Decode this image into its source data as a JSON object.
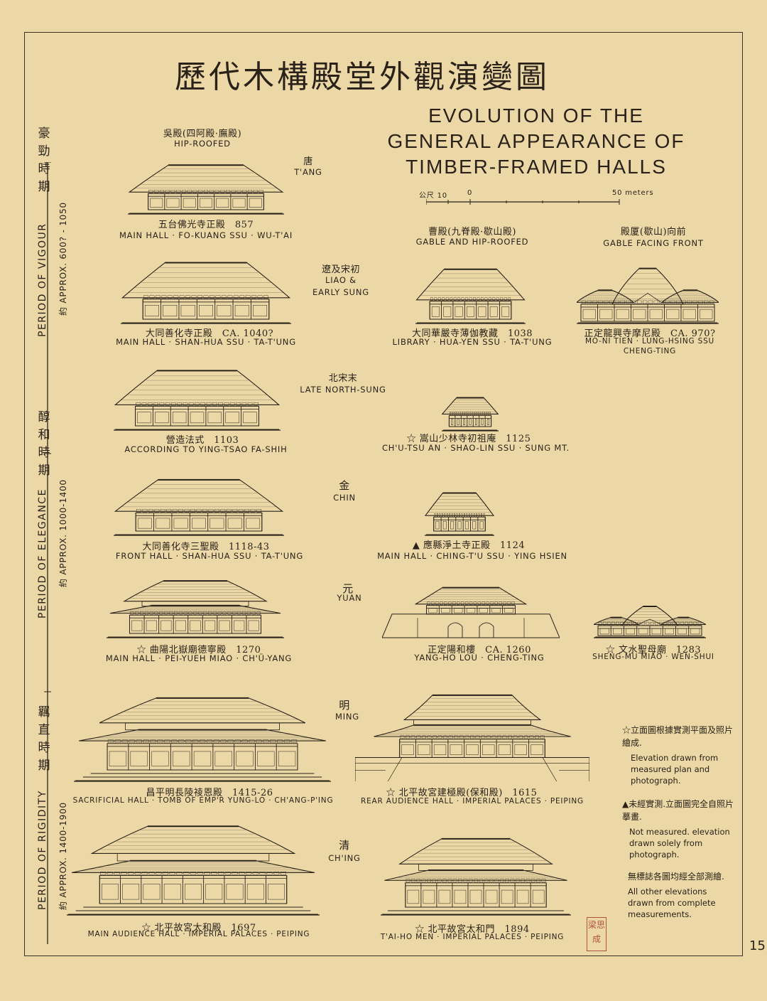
{
  "title": {
    "zh": "歷代木構殿堂外觀演變圖",
    "en_lines": [
      "EVOLUTION OF THE",
      "GENERAL APPEARANCE OF",
      "TIMBER-FRAMED HALLS"
    ]
  },
  "scale": {
    "left": "公尺 10",
    "zero": "0",
    "right": "50 meters"
  },
  "periods": [
    {
      "zh": "豪勁時期",
      "en": "PERIOD OF VIGOUR",
      "approx": "約 APPROX. 600? - 1050"
    },
    {
      "zh": "醇和時期",
      "en": "PERIOD OF ELEGANCE",
      "approx": "約 APPROX. 1000-1400"
    },
    {
      "zh": "羈直時期",
      "en": "PERIOD OF RIGIDITY",
      "approx": "約 APPROX. 1400-1900"
    }
  ],
  "roof_types": [
    {
      "zh": "吳殿(四阿殿·廡殿)",
      "en": "HIP-ROOFED"
    },
    {
      "zh": "曹殿(九脊殿·歇山殿)",
      "en": "GABLE AND HIP-ROOFED"
    },
    {
      "zh": "殿厦(歇山)向前",
      "en": "GABLE FACING FRONT"
    }
  ],
  "dynasties": [
    {
      "zh": "唐",
      "en": "T'ANG"
    },
    {
      "zh": "遼及宋初",
      "en1": "LIAO &",
      "en2": "EARLY SUNG"
    },
    {
      "zh": "北宋末",
      "en": "LATE NORTH-SUNG"
    },
    {
      "zh": "金",
      "en": "CHIN"
    },
    {
      "zh": "元",
      "en": "YUAN"
    },
    {
      "zh": "明",
      "en": "MING"
    },
    {
      "zh": "清",
      "en": "CH'ING"
    }
  ],
  "captions": {
    "tang_main": {
      "zh": "五台佛光寺正殿　857",
      "en": "MAIN HALL · FO-KUANG SSU · WU-T'AI"
    },
    "liao_main": {
      "zh": "大同善化寺正殿　CA. 1040?",
      "en": "MAIN HALL · SHAN-HUA SSU · TA-T'UNG"
    },
    "liao_library": {
      "zh": "大同華嚴寺薄伽教藏　1038",
      "en": "LIBRARY · HUA-YEN SSU · TA-T'UNG"
    },
    "liao_moni": {
      "zh": "正定龍興寺摩尼殿　CA. 970?",
      "en": "MO-NI TIEN · LUNG-HSING SSU",
      "en2": "CHENG-TING"
    },
    "sung_ying": {
      "zh": "營造法式　1103",
      "en": "ACCORDING TO YING-TSAO FA-SHIH"
    },
    "sung_chutsu": {
      "zh": "☆ 嵩山少林寺初祖庵　1125",
      "en": "CH'U-TSU AN · SHAO-LIN SSU · SUNG MT."
    },
    "chin_front": {
      "zh": "大同善化寺三聖殿　1118-43",
      "en": "FRONT HALL · SHAN-HUA SSU · TA-T'UNG"
    },
    "chin_main": {
      "zh": "▲ 應縣淨土寺正殿　1124",
      "en": "MAIN HALL · CHING-T'U SSU · YING HSIEN"
    },
    "yuan_main": {
      "zh": "☆ 曲陽北嶽廟德寧殿　1270",
      "en": "MAIN HALL · PEI-YUEH MIAO · CH'Ü-YANG"
    },
    "yuan_gate": {
      "zh": "正定陽和樓　CA. 1260",
      "en": "YANG-HO LOU · CHENG-TING"
    },
    "yuan_shengmu": {
      "zh": "☆ 文水聖母廟　1283",
      "en": "SHENG-MU MIAO · WEN-SHUI"
    },
    "ming_sacrificial": {
      "zh": "昌平明長陵祾恩殿　1415-26",
      "en": "SACRIFICIAL HALL · TOMB OF EMP'R YUNG-LO · CH'ANG-P'ING"
    },
    "ming_rear": {
      "zh": "☆ 北平故宮建極殿(保和殿)　1615",
      "en": "REAR AUDIENCE HALL · IMPERIAL PALACES · PEIPING"
    },
    "ching_main": {
      "zh": "☆ 北平故宮太和殿　1697",
      "en": "MAIN AUDIENCE HALL · IMPERIAL PALACES · PEIPING"
    },
    "ching_gate": {
      "zh": "☆ 北平故宮太和門　1894",
      "en": "T'AI-HO MEN · IMPERIAL PALACES · PEIPING"
    }
  },
  "notes": [
    {
      "zh": "☆立面圖根據實測平面及照片繪成.",
      "en": "Elevation drawn from measured plan and photograph."
    },
    {
      "zh": "▲未經實測.立面圖完全自照片摹畫.",
      "en": "Not measured. elevation drawn solely from photograph."
    },
    {
      "zh": "無標誌各圖均經全部測繪.",
      "en": "All other elevations drawn from complete measurements."
    }
  ],
  "stamp": "梁思成",
  "page_number": "15",
  "colors": {
    "paper": "#ecd8a6",
    "ink": "#2a221a",
    "seal": "#b05246"
  }
}
